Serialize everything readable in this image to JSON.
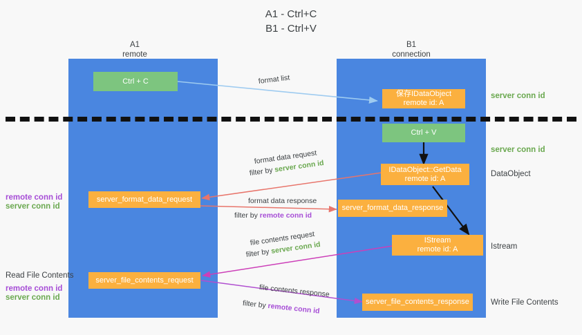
{
  "title": "A1 - Ctrl+C\nB1 - Ctrl+V",
  "columns": [
    {
      "name": "A1",
      "sub": "remote",
      "header": "A1\nremote"
    },
    {
      "name": "B1",
      "sub": "connection",
      "header": "B1\nconnection"
    }
  ],
  "nodes": {
    "ctrl_c": "Ctrl + C",
    "ctrl_v": "Ctrl + V",
    "save_idataobject": "保存IDataObject\nremote id: A",
    "getdata": "IDataObject::GetData\nremote id: A",
    "istream": "IStream\nremote id: A",
    "server_format_data_request": "server_format_data_request",
    "server_format_data_response": "server_format_data_response",
    "server_file_contents_request": "server_file_contents_request",
    "server_file_contents_response": "server_file_contents_response"
  },
  "arrow_labels": {
    "format_list": "format list",
    "format_data_request": "format data request",
    "format_data_request_filter_prefix": "filter by ",
    "format_data_request_filter_value": "server conn id",
    "format_data_response": "format data response",
    "format_data_response_filter_prefix": "filter by ",
    "format_data_response_filter_value": "remote conn id",
    "file_contents_request": "file contents request",
    "file_contents_request_filter_prefix": "filter by ",
    "file_contents_request_filter_value": "server conn id",
    "file_contents_response": "file contents response",
    "file_contents_response_filter_prefix": "filter by ",
    "file_contents_response_filter_value": "remote conn id"
  },
  "right_annotations": {
    "server_conn_id_top": "server conn id",
    "server_conn_id_mid": "server conn id",
    "dataobject": "DataObject",
    "istream": "Istream",
    "write_file_contents": "Write File Contents"
  },
  "left_annotations": {
    "format_remote_conn_id": "remote conn id",
    "format_server_conn_id": "server conn id",
    "read_file_contents": "Read File Contents",
    "file_remote_conn_id": "remote conn id",
    "file_server_conn_id": "server conn id"
  },
  "colors": {
    "background": "#f8f8f8",
    "lane": "#4a86e0",
    "node_green": "#7dc57f",
    "node_orange": "#fbb03f",
    "text_dark": "#3c4043",
    "accent_green": "#6aa84f",
    "accent_purple": "#a64dd6",
    "arrow_lightblue": "#9ecbf0",
    "arrow_red": "#e8756b",
    "arrow_black": "#111111",
    "arrow_magenta": "#cc3fb8",
    "arrow_purple": "#a64dd6",
    "divider": "#111111"
  }
}
